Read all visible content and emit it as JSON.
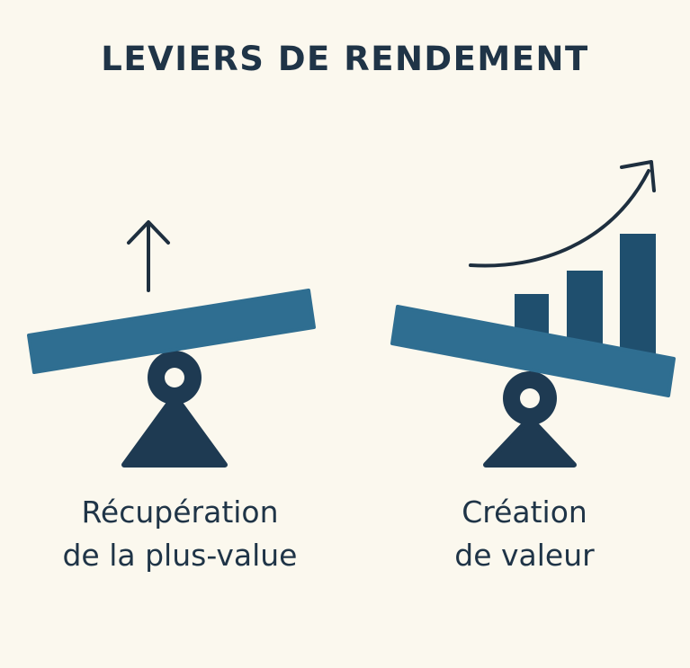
{
  "title": "LEVIERS DE RENDEMENT",
  "left": {
    "caption_line1": "Récupération",
    "caption_line2": "de la plus-value",
    "icon": "up-arrow-icon"
  },
  "right": {
    "caption_line1": "Création",
    "caption_line2": "de valeur",
    "icon": "growth-arrow-icon",
    "bar_chart_values": [
      1,
      2,
      3
    ]
  },
  "colors": {
    "background": "#fbf8ee",
    "dark_navy": "#1e3a52",
    "beam_blue": "#2f6e91",
    "bar_blue": "#1f4f6e",
    "text": "#1f3447"
  }
}
